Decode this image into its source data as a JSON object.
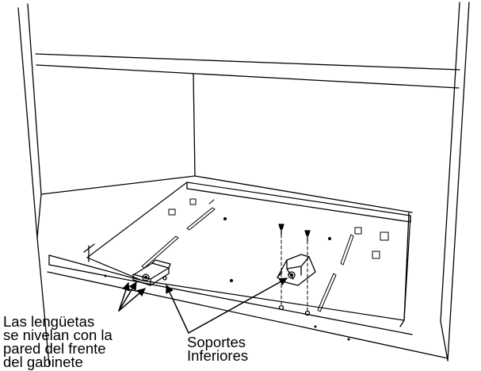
{
  "diagram": {
    "colors": {
      "line": "#000000",
      "background": "#ffffff"
    }
  },
  "callouts": {
    "tabs_label": {
      "lines": [
        "Las lengüetas",
        "se nivelan con la",
        "pared del frente",
        "del gabinete"
      ]
    },
    "brackets_label": {
      "lines": [
        "Soportes",
        "Inferiores"
      ]
    }
  }
}
